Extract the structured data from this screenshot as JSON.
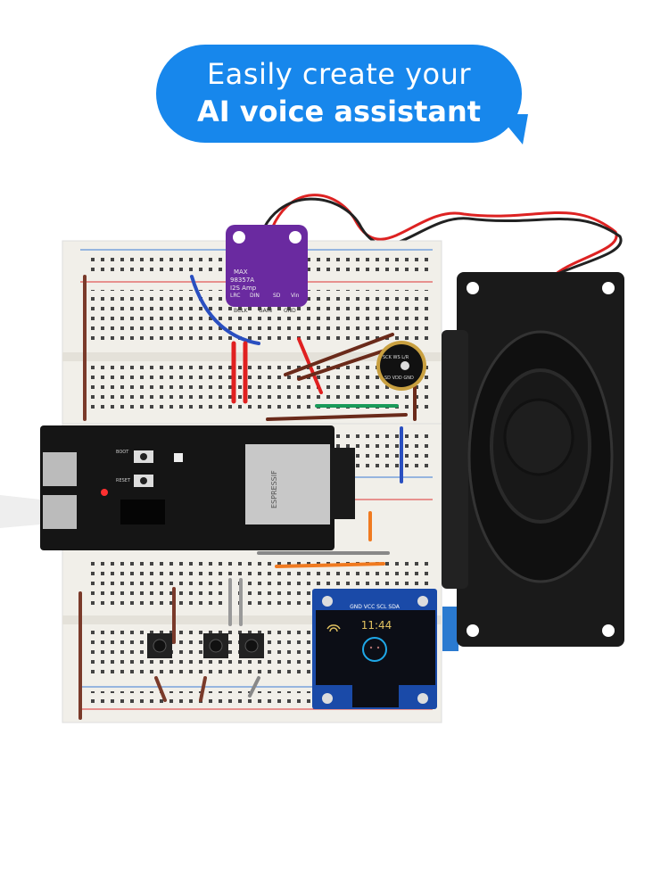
{
  "bubble": {
    "line1": "Easily create your",
    "line2": "AI voice assistant",
    "color": "#1787ec"
  },
  "amp": {
    "name": "MAX",
    "model": "98357A",
    "type": "I2S Amp",
    "pins_top": [
      "LRC",
      "DIN",
      "SD",
      "Vin"
    ],
    "pins_bottom": [
      "BCLK",
      "GAIN",
      "GND"
    ]
  },
  "esp": {
    "brand": "ESPRESSIF",
    "buttons": [
      "BOOT",
      "RESET"
    ]
  },
  "mic": {
    "labels_top": "SCK WS L/R",
    "labels_bottom": "SD VDD GND"
  },
  "oled": {
    "header": "GND VCC SCL SDA",
    "time": "11:44",
    "time_color": "#e0c060",
    "face_color": "#1fa8e8"
  }
}
